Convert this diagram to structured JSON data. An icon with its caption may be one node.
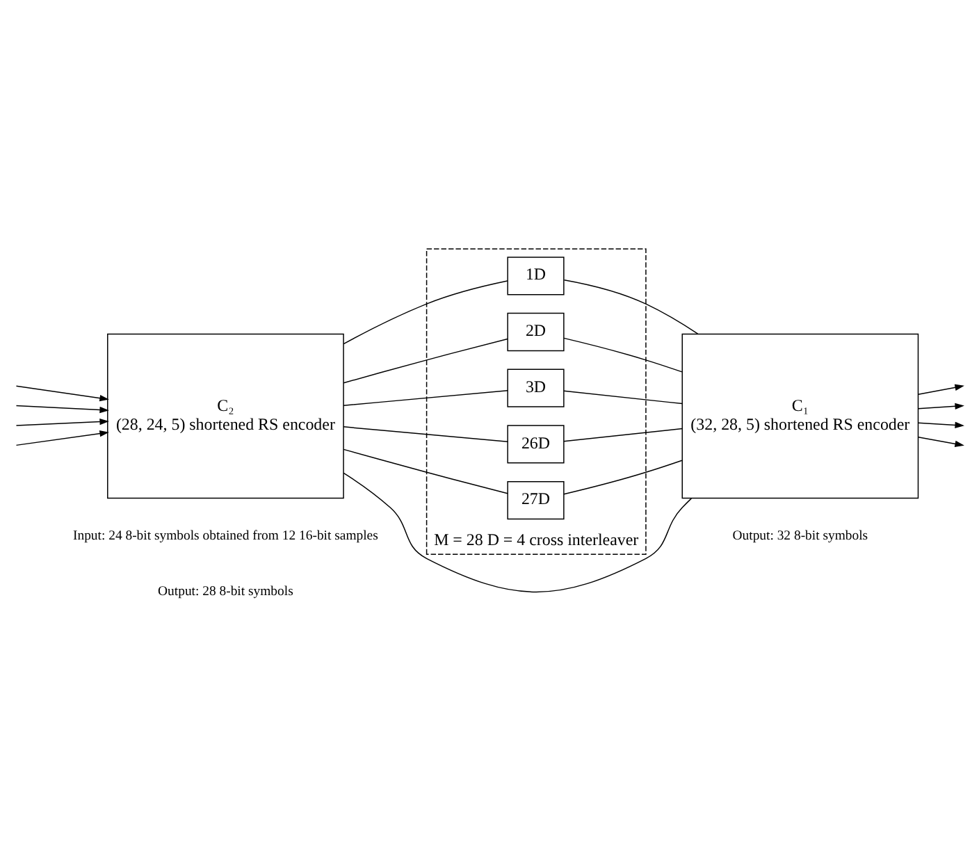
{
  "diagram": {
    "nodes": [
      {
        "text": [
          "C₂",
          "(28, 24, 5) shortened RS encoder"
        ],
        "beside": [
          "Input: 24 8-bit symbols obtained from 12 16-bit samples",
          "Output: 28 8-bit symbols"
        ]
      },
      {
        "text": [
          "M = 28 D = 4 cross interleaver"
        ]
      },
      {
        "text": [
          "1D"
        ],
        "in": 1
      },
      {
        "text": [
          "2D"
        ],
        "in": 1
      },
      {
        "text": [
          "3D"
        ],
        "in": 1
      },
      {
        "text": [
          "26D"
        ],
        "in": 1
      },
      {
        "text": [
          "27D"
        ],
        "in": 1
      },
      {
        "text": [
          "C₁",
          "(32, 28, 5) shortened RS encoder"
        ],
        "beside": [
          "Output: 32 8-bit symbols"
        ]
      }
    ],
    "edges": [
      {
        "from": null,
        "to": 0,
        "arrow": "to"
      },
      {
        "from": null,
        "to": 0,
        "arrow": "to"
      },
      {
        "from": null,
        "to": 0,
        "arrow": "to"
      },
      {
        "from": null,
        "to": 0,
        "arrow": "to"
      },
      {
        "from": 0,
        "to": 7,
        "arrow": "none"
      },
      {
        "from": 0,
        "to": 2,
        "arrow": "none"
      },
      {
        "from": 0,
        "to": 3,
        "arrow": "none"
      },
      {
        "from": 0,
        "to": 4,
        "arrow": "none"
      },
      {
        "from": 0,
        "to": 5,
        "arrow": "none"
      },
      {
        "from": 0,
        "to": 6,
        "arrow": "none"
      },
      {
        "from": 2,
        "to": 7,
        "arrow": "none"
      },
      {
        "from": 3,
        "to": 7,
        "arrow": "none"
      },
      {
        "from": 4,
        "to": 7,
        "arrow": "none"
      },
      {
        "from": 5,
        "to": 7,
        "arrow": "none"
      },
      {
        "from": 6,
        "to": 7,
        "arrow": "none"
      },
      {
        "from": 7,
        "to": null,
        "arrow": "to"
      },
      {
        "from": 7,
        "to": null,
        "arrow": "to"
      },
      {
        "from": 7,
        "to": null,
        "arrow": "to"
      },
      {
        "from": 7,
        "to": null,
        "arrow": "to"
      }
    ]
  }
}
